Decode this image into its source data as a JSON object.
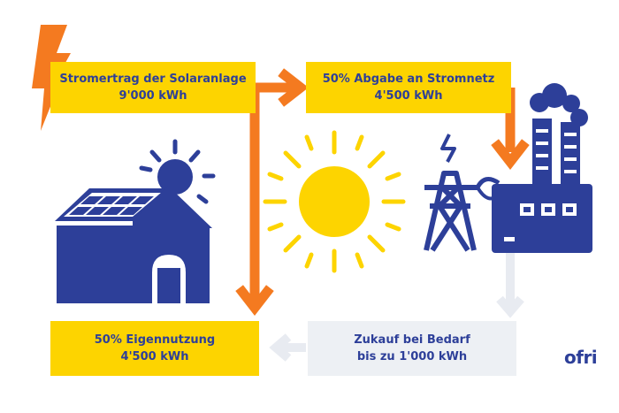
{
  "boxes": {
    "yield": {
      "line1": "Stromertrag der Solaranlage",
      "line2": "9'000 kWh"
    },
    "grid": {
      "line1": "50% Abgabe an Stromnetz",
      "line2": "4'500 kWh"
    },
    "own": {
      "line1": "50% Eigennutzung",
      "line2": "4'500 kWh"
    },
    "buy": {
      "line1": "Zukauf bei Bedarf",
      "line2": "bis zu 1'000 kWh"
    }
  },
  "logo": "ofri",
  "colors": {
    "yellow": "#fdd400",
    "orange": "#f47a20",
    "blue": "#2d3f99",
    "grey": "#edf0f4"
  },
  "icons": [
    "lightning-icon",
    "house-with-solar-icon",
    "sun-icon",
    "power-pylon-icon",
    "power-plant-icon"
  ]
}
